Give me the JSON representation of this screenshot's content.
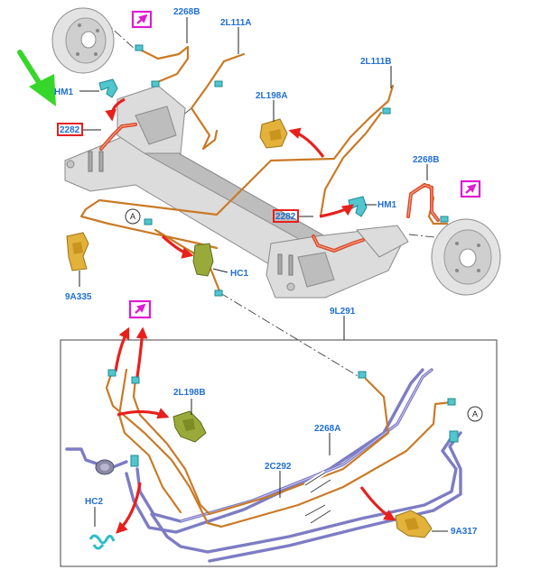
{
  "labels": {
    "brake_shield_top": "2268B",
    "line_2l111a": "2L111A",
    "line_2l111b": "2L111B",
    "clip_hm1_left": "HM1",
    "clip_hm1_right": "HM1",
    "hose_2282_left": "2282",
    "hose_2282_right": "2282",
    "bracket_2l198a": "2L198A",
    "brake_right": "2268B",
    "clip_hc1": "HC1",
    "bracket_9a335": "9A335",
    "bundle_9l291": "9L291",
    "bracket_2l198b": "2L198B",
    "line_2268a": "2268A",
    "line_2c292": "2C292",
    "clip_hc2": "HC2",
    "bracket_9a317": "9A317",
    "ref_a_top": "A",
    "ref_a_detail": "A"
  },
  "colors": {
    "callout_text": "#1f6fd6",
    "brake_line": "#c97a26",
    "flex_hose": "#d8482a",
    "fuel_line": "#7d7cc4",
    "red_arrow": "#e8201c",
    "green_arrow": "#37d62b",
    "pink_marker": "#e01bd1",
    "yellow_part": "#e2b23b",
    "green_part": "#9aaa3a",
    "cyan_part": "#52c6cf"
  },
  "icons": {
    "pink_marker": "expand-arrow-icon",
    "green_pointer": "green-pointer-arrow-icon"
  }
}
